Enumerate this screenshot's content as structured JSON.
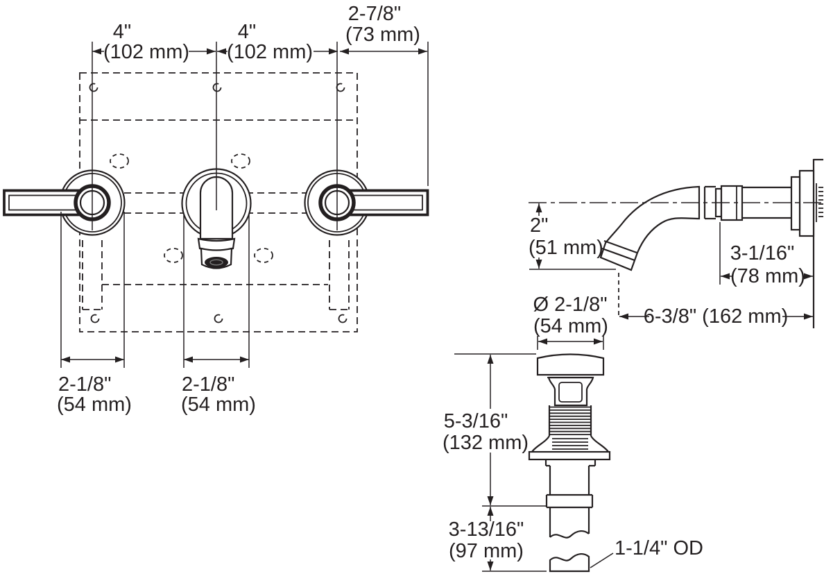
{
  "front_view": {
    "top_dims": [
      {
        "inches": "4\"",
        "mm": "(102 mm)"
      },
      {
        "inches": "4\"",
        "mm": "(102 mm)"
      },
      {
        "inches": "2-7/8\"",
        "mm": "(73 mm)"
      }
    ],
    "bottom_dims": [
      {
        "inches": "2-1/8\"",
        "mm": "(54 mm)"
      },
      {
        "inches": "2-1/8\"",
        "mm": "(54 mm)"
      }
    ]
  },
  "spout_side_view": {
    "drop_dim": {
      "inches": "2\"",
      "mm": "(51 mm)"
    },
    "wall_dim": {
      "inches": "3-1/16\"",
      "mm": "(78 mm)"
    },
    "reach_dim": "6-3/8\" (162 mm)"
  },
  "drain_view": {
    "cap_dia_dim": {
      "inches": "Ø 2-1/8\"",
      "mm": "(54 mm)"
    },
    "body_dim": {
      "inches": "5-3/16\"",
      "mm": "(132 mm)"
    },
    "tail_dim": {
      "inches": "3-13/16\"",
      "mm": "(97 mm)"
    },
    "od_label": "1-1/4\" OD"
  },
  "style": {
    "line_color": "#231f20",
    "background": "#ffffff"
  }
}
